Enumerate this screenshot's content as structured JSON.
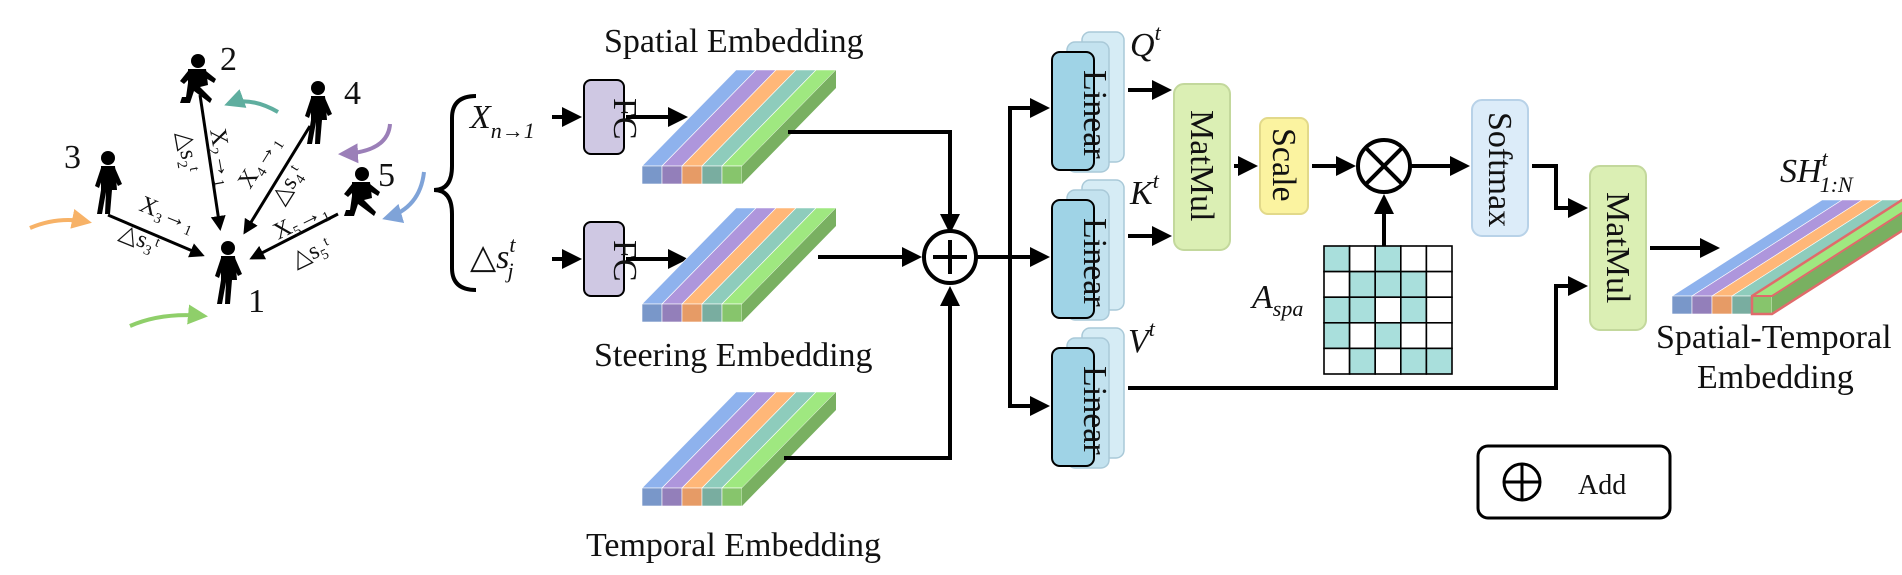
{
  "title": "",
  "labels": {
    "spatial_embedding": "Spatial Embedding",
    "steering_embedding": "Steering Embedding",
    "temporal_embedding": "Temporal Embedding",
    "spatial_temporal_line1": "Spatial-Temporal",
    "spatial_temporal_line2": "Embedding",
    "fc": "FC",
    "linear": "Linear",
    "matmul": "MatMul",
    "scale": "Scale",
    "softmax": "Softmax",
    "add_legend": "Add"
  },
  "math": {
    "x_n_base": "X",
    "x_n_sub": "n→1",
    "steer_tri": "△",
    "steer_s": "s",
    "steer_sup": "t",
    "steer_sub": "j",
    "q_base": "Q",
    "q_sup": "t",
    "k_base": "K",
    "k_sup": "t",
    "v_base": "V",
    "v_sup": "t",
    "a_base": "A",
    "a_sub": "spa",
    "sh_base": "SH",
    "sh_sup": "t",
    "sh_sub": "1:N"
  },
  "pedestrians": {
    "ids": [
      "1",
      "2",
      "3",
      "4",
      "5"
    ],
    "edge_labels": {
      "x21": "X₂→₁",
      "s2": "△s₂ᵗ",
      "x31": "X₃→₁",
      "s3": "△s₃ᵗ",
      "x41": "X₄→₁",
      "s4": "△s₄ᵗ",
      "x51": "X₅→₁",
      "s5": "△s₅ᵗ"
    },
    "arrow_colors": {
      "p2": "#5fae9f",
      "p3": "#f7b267",
      "p4": "#9b7fb8",
      "p5": "#7fa3d8",
      "p1": "#8fcf6a"
    }
  },
  "colors": {
    "embedding_stripes": [
      "#7f9fd4",
      "#9b86c4",
      "#f2a36b",
      "#7fb6a8",
      "#8ecf72"
    ],
    "fc_fill": "#cfc8e3",
    "linear_fill": "#9fd3e6",
    "linear_shadow": "#d6ecf5",
    "matmul_fill": "#dbefb4",
    "scale_fill": "#fbf3a0",
    "softmax_fill": "#dcecf9",
    "attention_cell": "#a9dfdc",
    "output_outline": "#e06b6b"
  },
  "attention_matrix": [
    [
      1,
      0,
      1,
      0,
      0
    ],
    [
      0,
      1,
      1,
      1,
      0
    ],
    [
      1,
      1,
      0,
      1,
      0
    ],
    [
      1,
      0,
      1,
      0,
      0
    ],
    [
      0,
      1,
      0,
      1,
      1
    ]
  ]
}
